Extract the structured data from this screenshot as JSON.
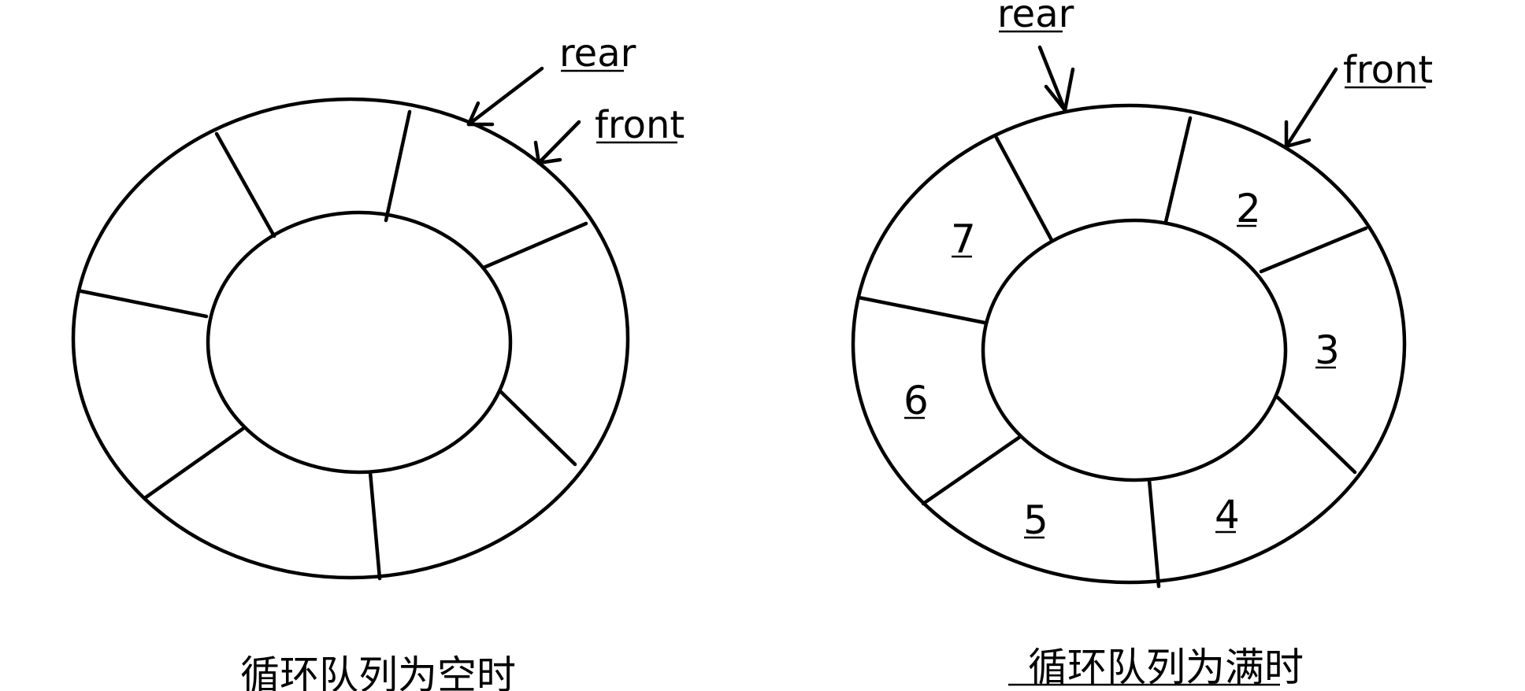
{
  "diagrams": [
    {
      "caption": "循环队列为空时",
      "pointers": {
        "rear": "rear",
        "front": "front"
      },
      "slots": [
        "",
        "",
        "",
        "",
        "",
        "",
        "",
        ""
      ]
    },
    {
      "caption": "循环队列为满时",
      "pointers": {
        "rear": "rear",
        "front": "front"
      },
      "slots": [
        "",
        "2",
        "3",
        "4",
        "5",
        "6",
        "7"
      ]
    }
  ]
}
